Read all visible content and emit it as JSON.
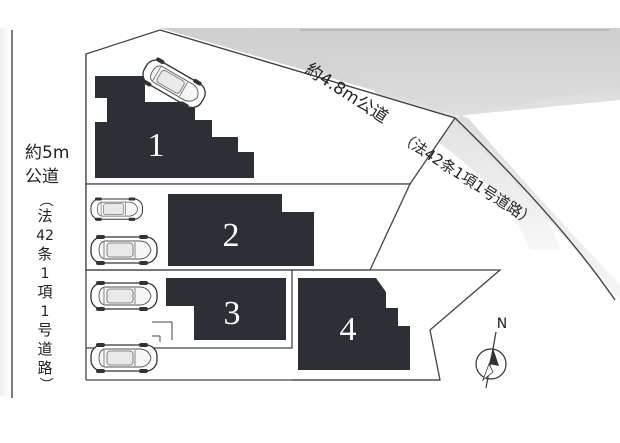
{
  "roads": {
    "diagonal_label": "約4.8m公道",
    "diagonal_note": "（法42条1項1号道路）",
    "left_label_line1": "約5m",
    "left_label_line2": "公道",
    "left_note_chars": [
      "（",
      "法",
      "42",
      "条",
      "1",
      "項",
      "1",
      "号",
      "道",
      "路",
      "）"
    ]
  },
  "lots": [
    {
      "number": "1"
    },
    {
      "number": "2"
    },
    {
      "number": "3"
    },
    {
      "number": "4"
    }
  ],
  "compass": {
    "letter": "N"
  },
  "colors": {
    "building": "#2c2f36",
    "lot_line": "#555555",
    "road_shade": "#d9d9d9",
    "road_edge": "#444444"
  },
  "icons": [
    "car-icon",
    "compass-icon"
  ]
}
